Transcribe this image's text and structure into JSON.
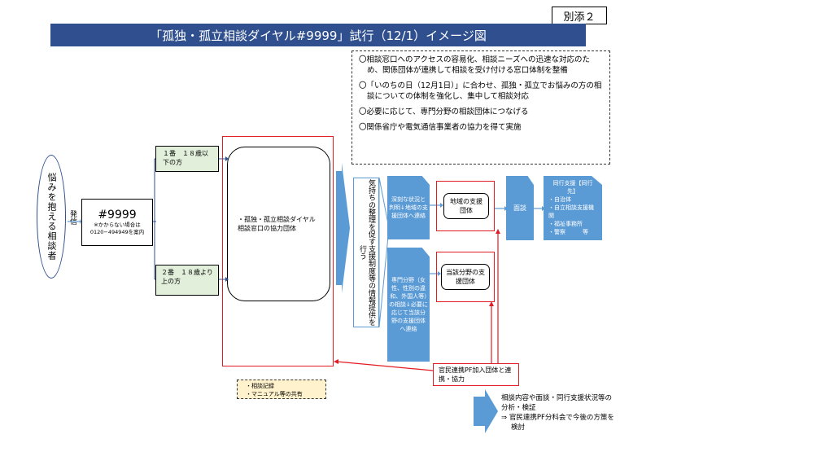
{
  "annex_label": "別添２",
  "title": "「孤独・孤立相談ダイヤル#9999」試行（12/1）イメージ図",
  "info_box": {
    "items": [
      "〇相談窓口へのアクセスの容易化、相談ニーズへの迅速な対応のため、関係団体が連携して相談を受け付ける窓口体制を整備",
      "〇「いのちの日（12月1日）」に合わせ、孤独・孤立でお悩みの方の相談についての体制を強化し、集中して相談対応",
      "〇必要に応じて、専門分野の相談団体につなげる",
      "〇関係省庁や電気通信事業者の協力を得て実施"
    ]
  },
  "caller": "悩みを抱える相談者",
  "call_label": "発信",
  "dial": {
    "number": "#9999",
    "note": "※かからない場合は0120−494949を案内"
  },
  "branch_1": "１番　１８歳以下の方",
  "branch_2": "２番　１８歳より上の方",
  "consult_window": "・孤独・孤立相談ダイヤル相談窓口の協力団体",
  "intake_box": "気持ちの整理を促す支援制度等の情報提供を行う",
  "flow_upper": "深刻な状況と判明↓地域の支援団体へ連絡",
  "flow_lower": "専門分野（女性、性別の違和、外国人等）の相談↓必要に応じて当該分野の支援団体へ連絡",
  "local_org": "地域の支援団体",
  "field_org": "当該分野の支援団体",
  "meeting": "面談",
  "accompany": {
    "title": "同行支援【同行先】",
    "items": [
      "・自治体",
      "・自立相談支援機関",
      "・福祉事務所",
      "・警察　　　等"
    ]
  },
  "pf_box": "官民連携PF加入団体と連携・協力",
  "records": [
    "・相談記録",
    "・マニュアル等の共有"
  ],
  "analysis": [
    "相談内容や面談・同行支援状況等の分析・検証",
    "⇒ 官民連携PF分科会で今後の方策を検討"
  ],
  "colors": {
    "title_bg": "#2f4f8f",
    "blue": "#5b9bd5",
    "green_bg": "#e2efda",
    "red": "#e31b23"
  }
}
